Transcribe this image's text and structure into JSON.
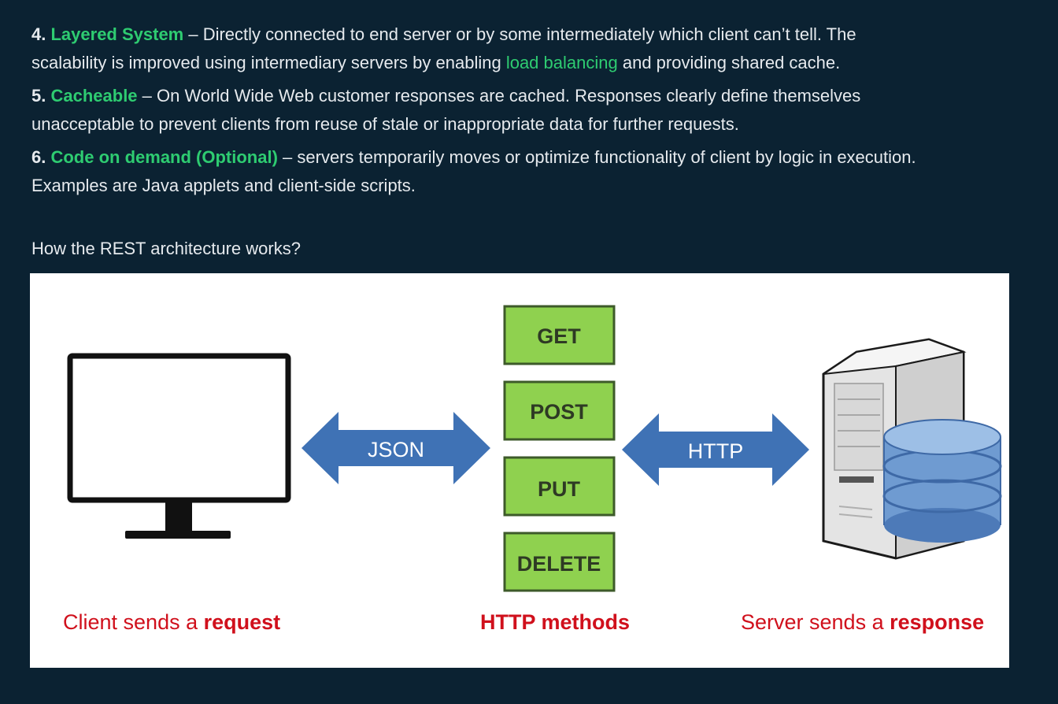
{
  "points": [
    {
      "number": "4.",
      "title": "Layered System",
      "line1_text": " – Directly connected to end server or by some intermediately which client can’t tell. The",
      "line2_pre": "scalability is improved using intermediary servers by enabling ",
      "line2_link": "load balancing",
      "line2_post": " and providing shared cache."
    },
    {
      "number": "5.",
      "title": "Cacheable",
      "line1_text": " – On World Wide Web customer responses are cached. Responses clearly define themselves",
      "line2_text": "unacceptable to prevent clients from reuse of stale or inappropriate data for further requests."
    },
    {
      "number": "6.",
      "title": "Code on demand (Optional)",
      "line1_text": " – servers temporarily moves or optimize functionality of client by logic in execution.",
      "line2_text": "Examples are Java applets and client-side scripts."
    }
  ],
  "question": "How the REST architecture works?",
  "diagram": {
    "left_arrow_label": "JSON",
    "right_arrow_label": "HTTP",
    "methods": [
      "GET",
      "POST",
      "PUT",
      "DELETE"
    ],
    "client_caption_pre": "Client sends a ",
    "client_caption_bold": "request",
    "methods_caption": "HTTP methods",
    "server_caption_pre": "Server sends a ",
    "server_caption_bold": "response",
    "colors": {
      "method_box": "#8fd14f",
      "arrow": "#3f72b5",
      "caption": "#d0101c",
      "highlight": "#2ecc71"
    }
  }
}
